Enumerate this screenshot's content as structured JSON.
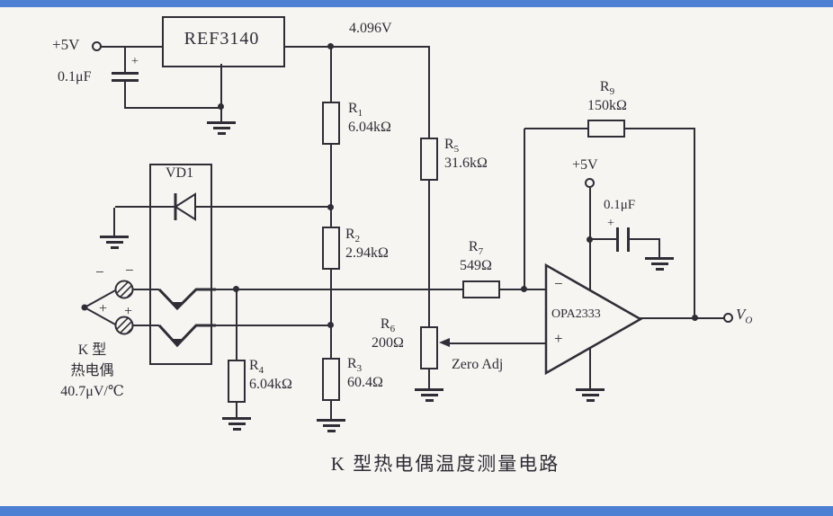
{
  "title": "K 型热电偶温度测量电路",
  "colors": {
    "ink": "#2f2d36",
    "paper": "#f6f5f1",
    "banner": "#4d7fd3"
  },
  "labels": {
    "vcc_left": "+5V",
    "ref_ic": "REF3140",
    "vref": "4.096V",
    "vd1": "VD1",
    "zero_adj": "Zero Adj",
    "vcc_amp": "+5V",
    "opamp": "OPA2333",
    "minus_input": "−",
    "plus_input": "+",
    "neg_sign": "−",
    "pos_sign": "+",
    "cap_plus": "+"
  },
  "capacitors": {
    "c1": {
      "value": "0.1μF"
    },
    "c2": {
      "value": "0.1μF"
    }
  },
  "resistors": {
    "r1": {
      "name": "R",
      "sub": "1",
      "value": "6.04kΩ"
    },
    "r2": {
      "name": "R",
      "sub": "2",
      "value": "2.94kΩ"
    },
    "r3": {
      "name": "R",
      "sub": "3",
      "value": "60.4Ω"
    },
    "r4": {
      "name": "R",
      "sub": "4",
      "value": "6.04kΩ"
    },
    "r5": {
      "name": "R",
      "sub": "5",
      "value": "31.6kΩ"
    },
    "r6": {
      "name": "R",
      "sub": "6",
      "value": "200Ω"
    },
    "r7": {
      "name": "R",
      "sub": "7",
      "value": "549Ω"
    },
    "r9": {
      "name": "R",
      "sub": "9",
      "value": "150kΩ"
    }
  },
  "output": {
    "name": "V",
    "sub": "O"
  },
  "thermocouple": {
    "line1": "K 型",
    "line2": "热电偶",
    "line3": "40.7μV/℃"
  }
}
